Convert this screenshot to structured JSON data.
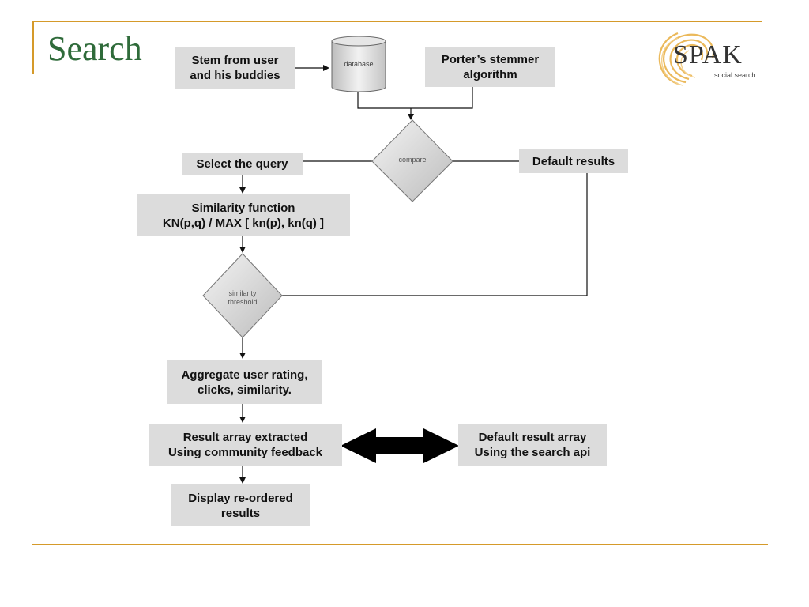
{
  "slide": {
    "title": "Search",
    "accent_color": "#d59a2a",
    "title_color": "#2f6b3a"
  },
  "logo": {
    "brand": "SPAK",
    "tagline": "social search",
    "icon": "swirl-logo-icon"
  },
  "nodes": {
    "stem_from_user": "Stem from user\nand his buddies",
    "database": "database",
    "porters_stemmer": "Porter’s stemmer\nalgorithm",
    "compare": "compare",
    "select_query": "Select the query",
    "default_results": "Default results",
    "similarity_function": "Similarity function\nKN(p,q) / MAX [ kn(p), kn(q) ]",
    "similarity_threshold": "similarity\nthreshold",
    "aggregate": "Aggregate user rating,\nclicks, similarity.",
    "result_array": "Result array extracted\nUsing community feedback",
    "default_result_array": "Default result array\nUsing the search api",
    "display_results": "Display re-ordered\nresults"
  }
}
